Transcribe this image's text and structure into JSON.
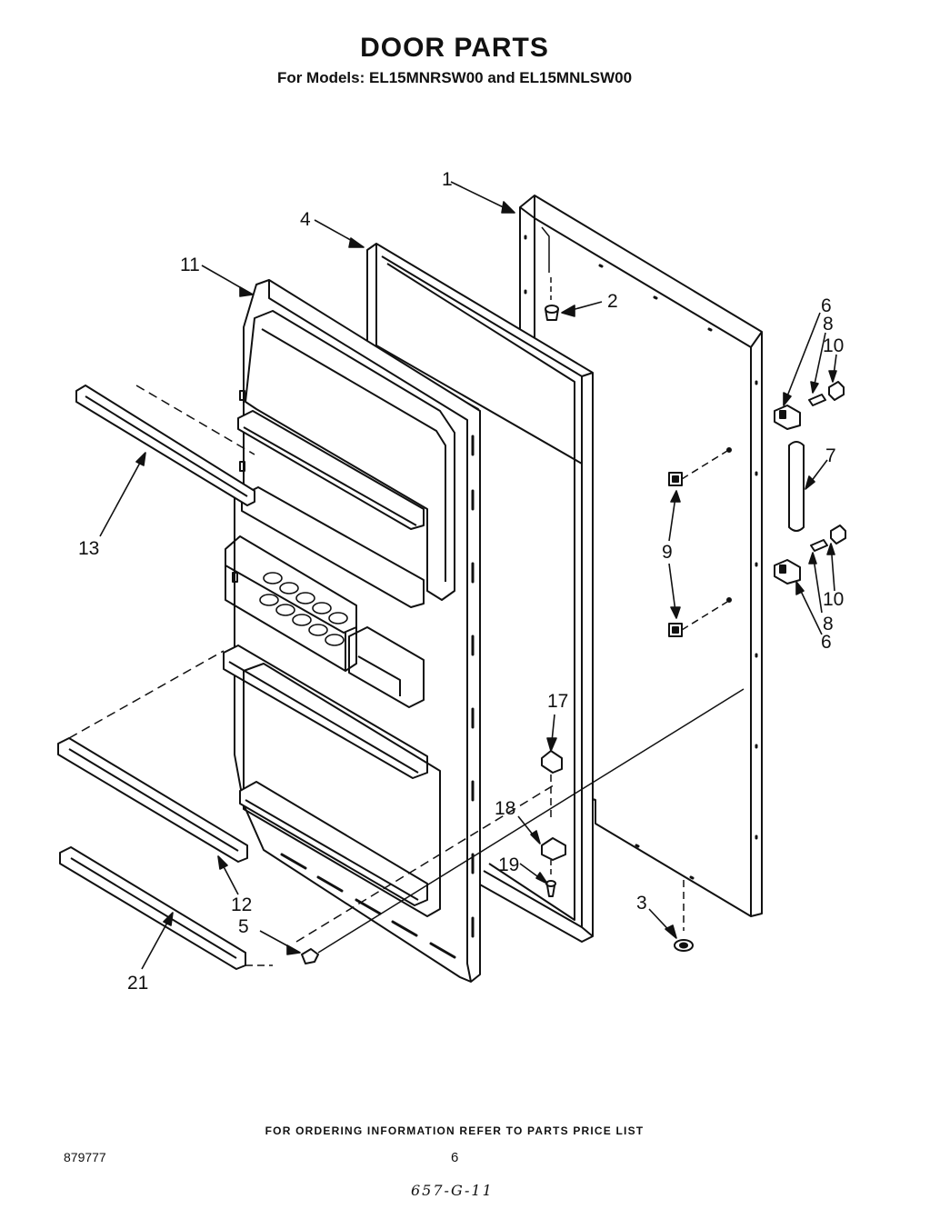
{
  "header": {
    "title": "DOOR PARTS",
    "subtitle": "For Models: EL15MNRSW00 and EL15MNLSW00"
  },
  "callouts": {
    "c1": "1",
    "c2": "2",
    "c3": "3",
    "c4": "4",
    "c5": "5",
    "c6a": "6",
    "c6b": "6",
    "c7": "7",
    "c8a": "8",
    "c8b": "8",
    "c9": "9",
    "c10a": "10",
    "c10b": "10",
    "c11": "11",
    "c12": "12",
    "c13": "13",
    "c17": "17",
    "c18": "18",
    "c19": "19",
    "c21": "21"
  },
  "footer": {
    "note": "FOR ORDERING INFORMATION REFER TO PARTS PRICE LIST",
    "doc_number": "879777",
    "page_number": "6",
    "handwritten_code": "657-G-11"
  }
}
